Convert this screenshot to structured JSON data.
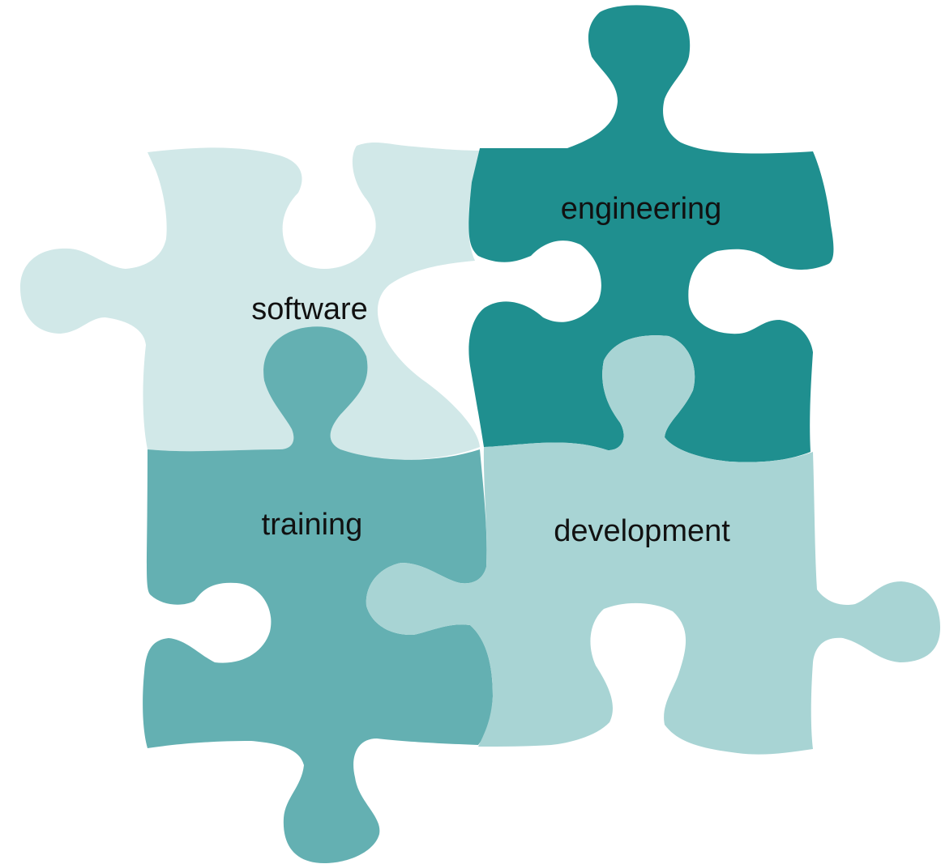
{
  "pieces": [
    {
      "id": "software",
      "label": "software",
      "color": "#d1e8e8"
    },
    {
      "id": "engineering",
      "label": "engineering",
      "color": "#1f8f8f"
    },
    {
      "id": "training",
      "label": "training",
      "color": "#64b0b2"
    },
    {
      "id": "development",
      "label": "development",
      "color": "#a8d4d4"
    }
  ]
}
